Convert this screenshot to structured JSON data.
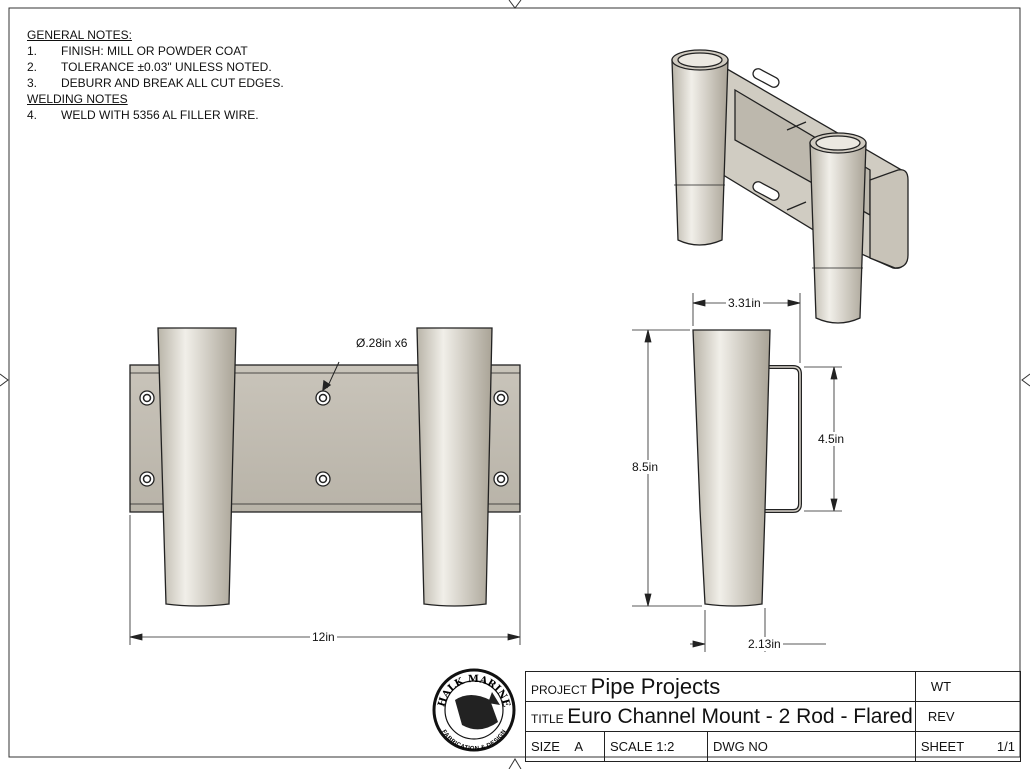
{
  "notes": {
    "general_header": "GENERAL NOTES:",
    "general": [
      {
        "num": "1.",
        "text": "FINISH: MILL OR POWDER COAT"
      },
      {
        "num": "2.",
        "text": "TOLERANCE ±0.03\" UNLESS NOTED."
      },
      {
        "num": "3.",
        "text": "DEBURR AND BREAK ALL CUT EDGES."
      }
    ],
    "welding_header": "WELDING NOTES",
    "welding": [
      {
        "num": "4.",
        "text": "WELD WITH 5356 AL FILLER WIRE."
      }
    ]
  },
  "dimensions": {
    "hole": "Ø.28in x6",
    "width": "12in",
    "depth": "3.31in",
    "height": "8.5in",
    "bracket_height": "4.5in",
    "tube_bottom": "2.13in"
  },
  "logo": {
    "top_text": "HALK MARINE",
    "bottom_text": "FABRICATION & DESIGN"
  },
  "title_block": {
    "project_label": "PROJECT",
    "project": "Pipe Projects",
    "title_label": "TITLE",
    "title": "Euro Channel Mount - 2 Rod - Flared",
    "wt_label": "WT",
    "rev_label": "REV",
    "size_label": "SIZE",
    "size": "A",
    "scale": "SCALE 1:2",
    "dwg_label": "DWG NO",
    "sheet_label": "SHEET",
    "sheet": "1/1"
  },
  "colors": {
    "metal": "#d9d5cc",
    "metal_dark": "#aaa598",
    "line": "#222222"
  }
}
